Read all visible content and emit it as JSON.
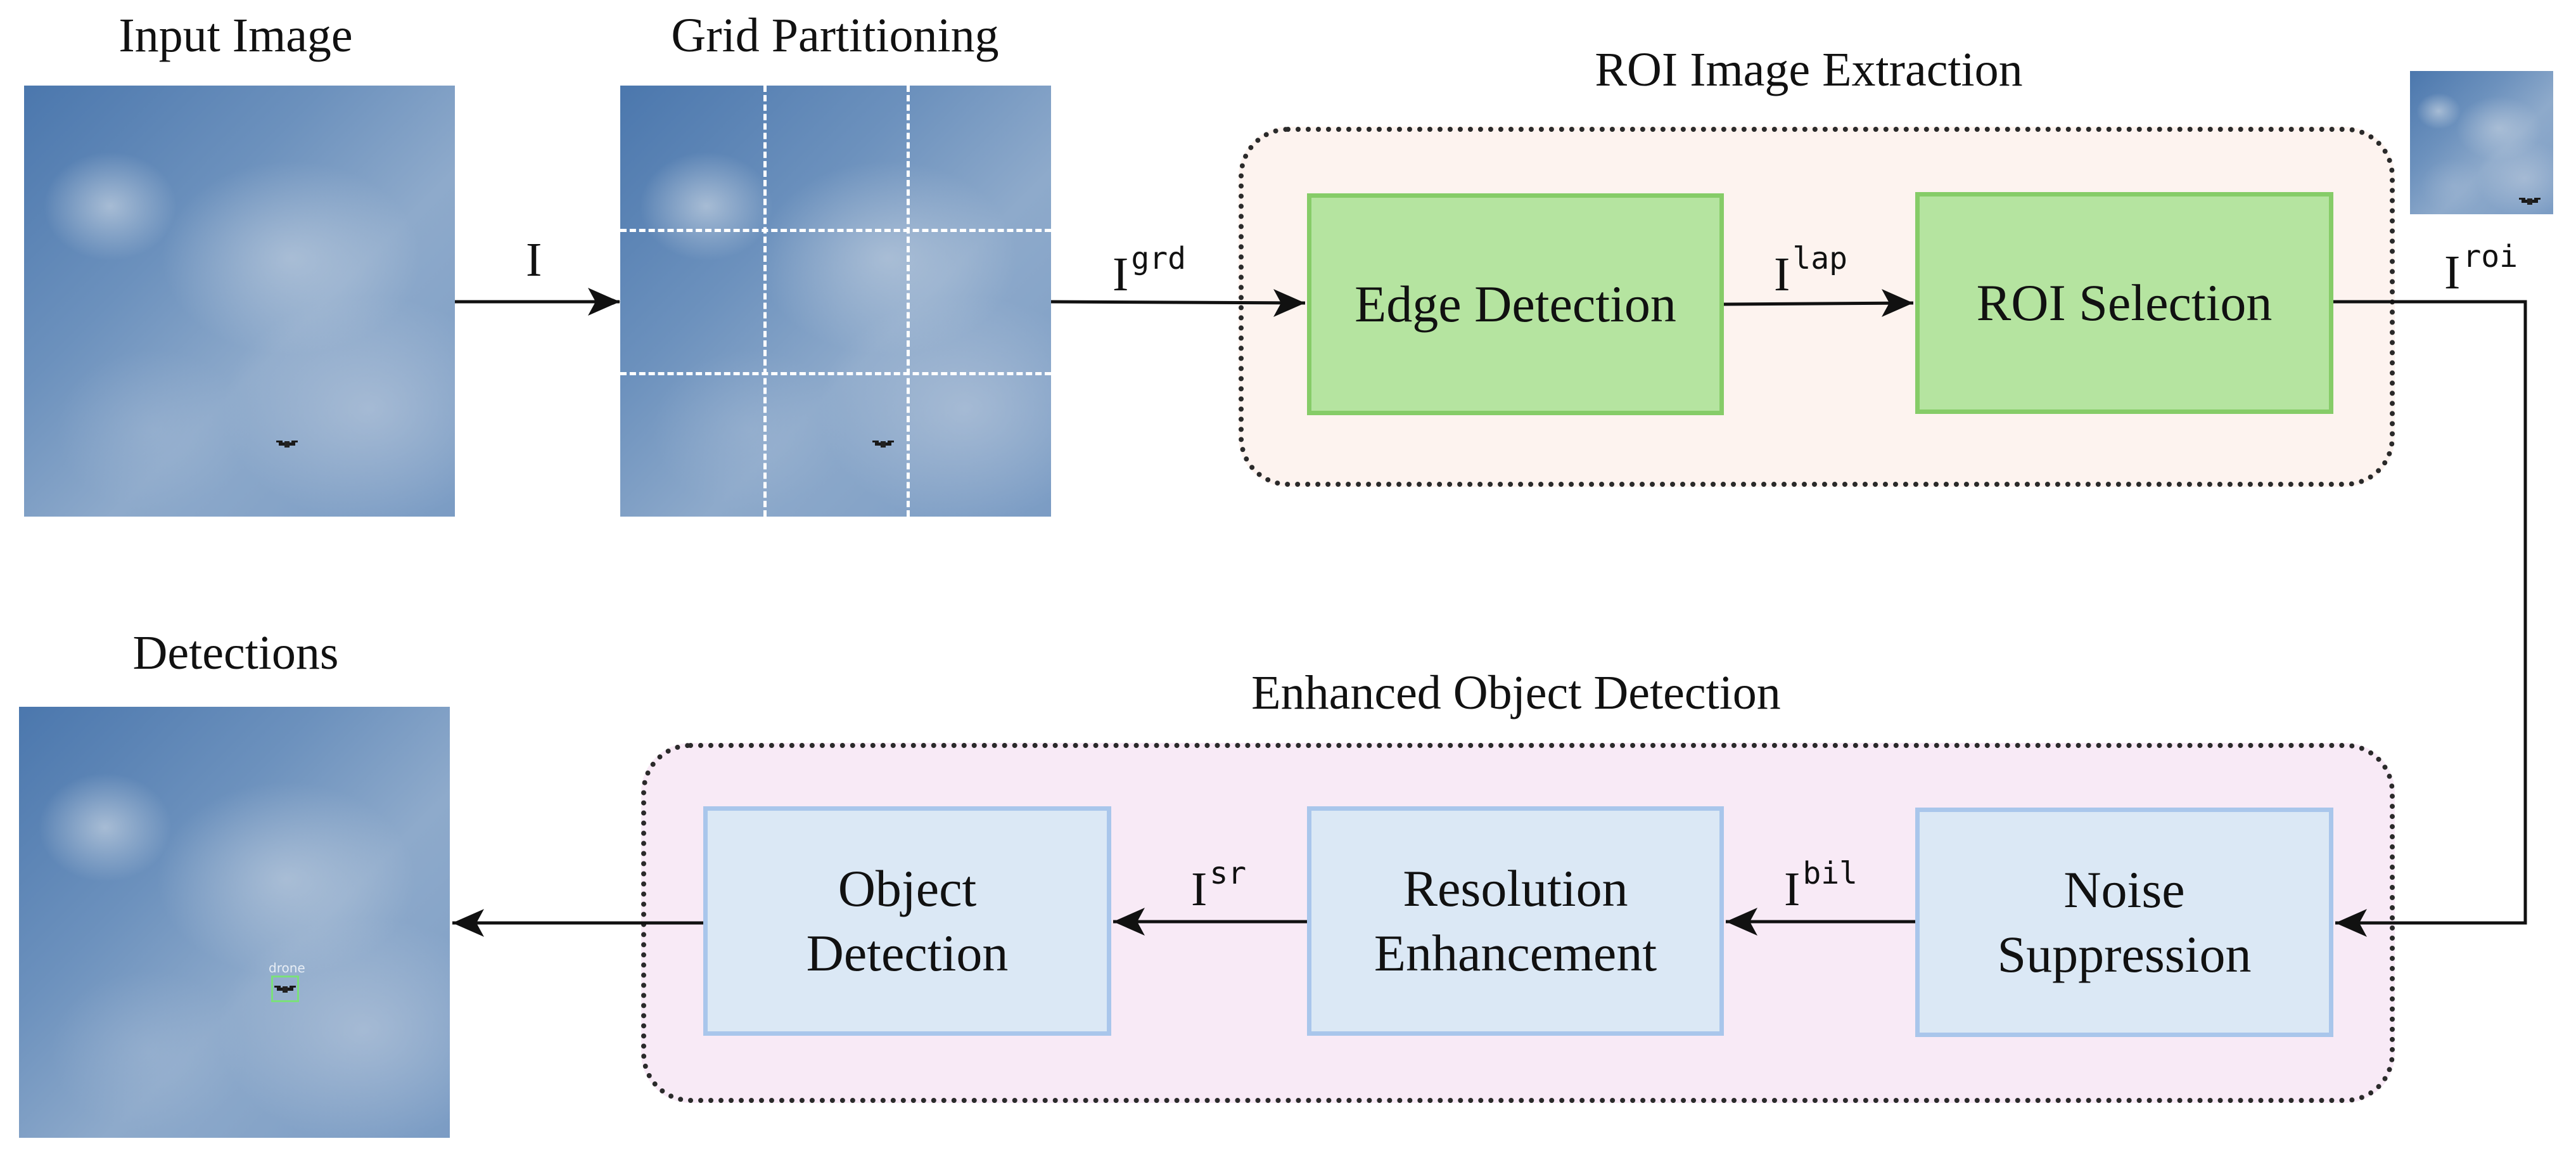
{
  "stages": {
    "input": {
      "title": "Input Image"
    },
    "grid": {
      "title": "Grid Partitioning"
    },
    "detections": {
      "title": "Detections",
      "detection_label": "drone"
    }
  },
  "groups": {
    "roi": {
      "title": "ROI Image Extraction",
      "blocks": {
        "edge": {
          "label": "Edge Detection"
        },
        "roi_select": {
          "label": "ROI Selection"
        }
      }
    },
    "enhanced": {
      "title": "Enhanced Object Detection",
      "blocks": {
        "noise": {
          "line1": "Noise",
          "line2": "Suppression"
        },
        "resolution": {
          "line1": "Resolution",
          "line2": "Enhancement"
        },
        "object": {
          "line1": "Object",
          "line2": "Detection"
        }
      }
    }
  },
  "signals": {
    "input": {
      "base": "I",
      "sup": ""
    },
    "grid": {
      "base": "I",
      "sup": "grd"
    },
    "laplace": {
      "base": "I",
      "sup": "lap"
    },
    "roi": {
      "base": "I",
      "sup": "roi"
    },
    "bilateral": {
      "base": "I",
      "sup": "bil"
    },
    "super_res": {
      "base": "I",
      "sup": "sr"
    }
  },
  "colors": {
    "roi_group_fill": "#fdf3ef",
    "enhanced_group_fill": "#f8eaf6",
    "green_block": "#b5e4a0",
    "blue_block": "#dbe8f5",
    "detection_box": "#7be07b"
  }
}
